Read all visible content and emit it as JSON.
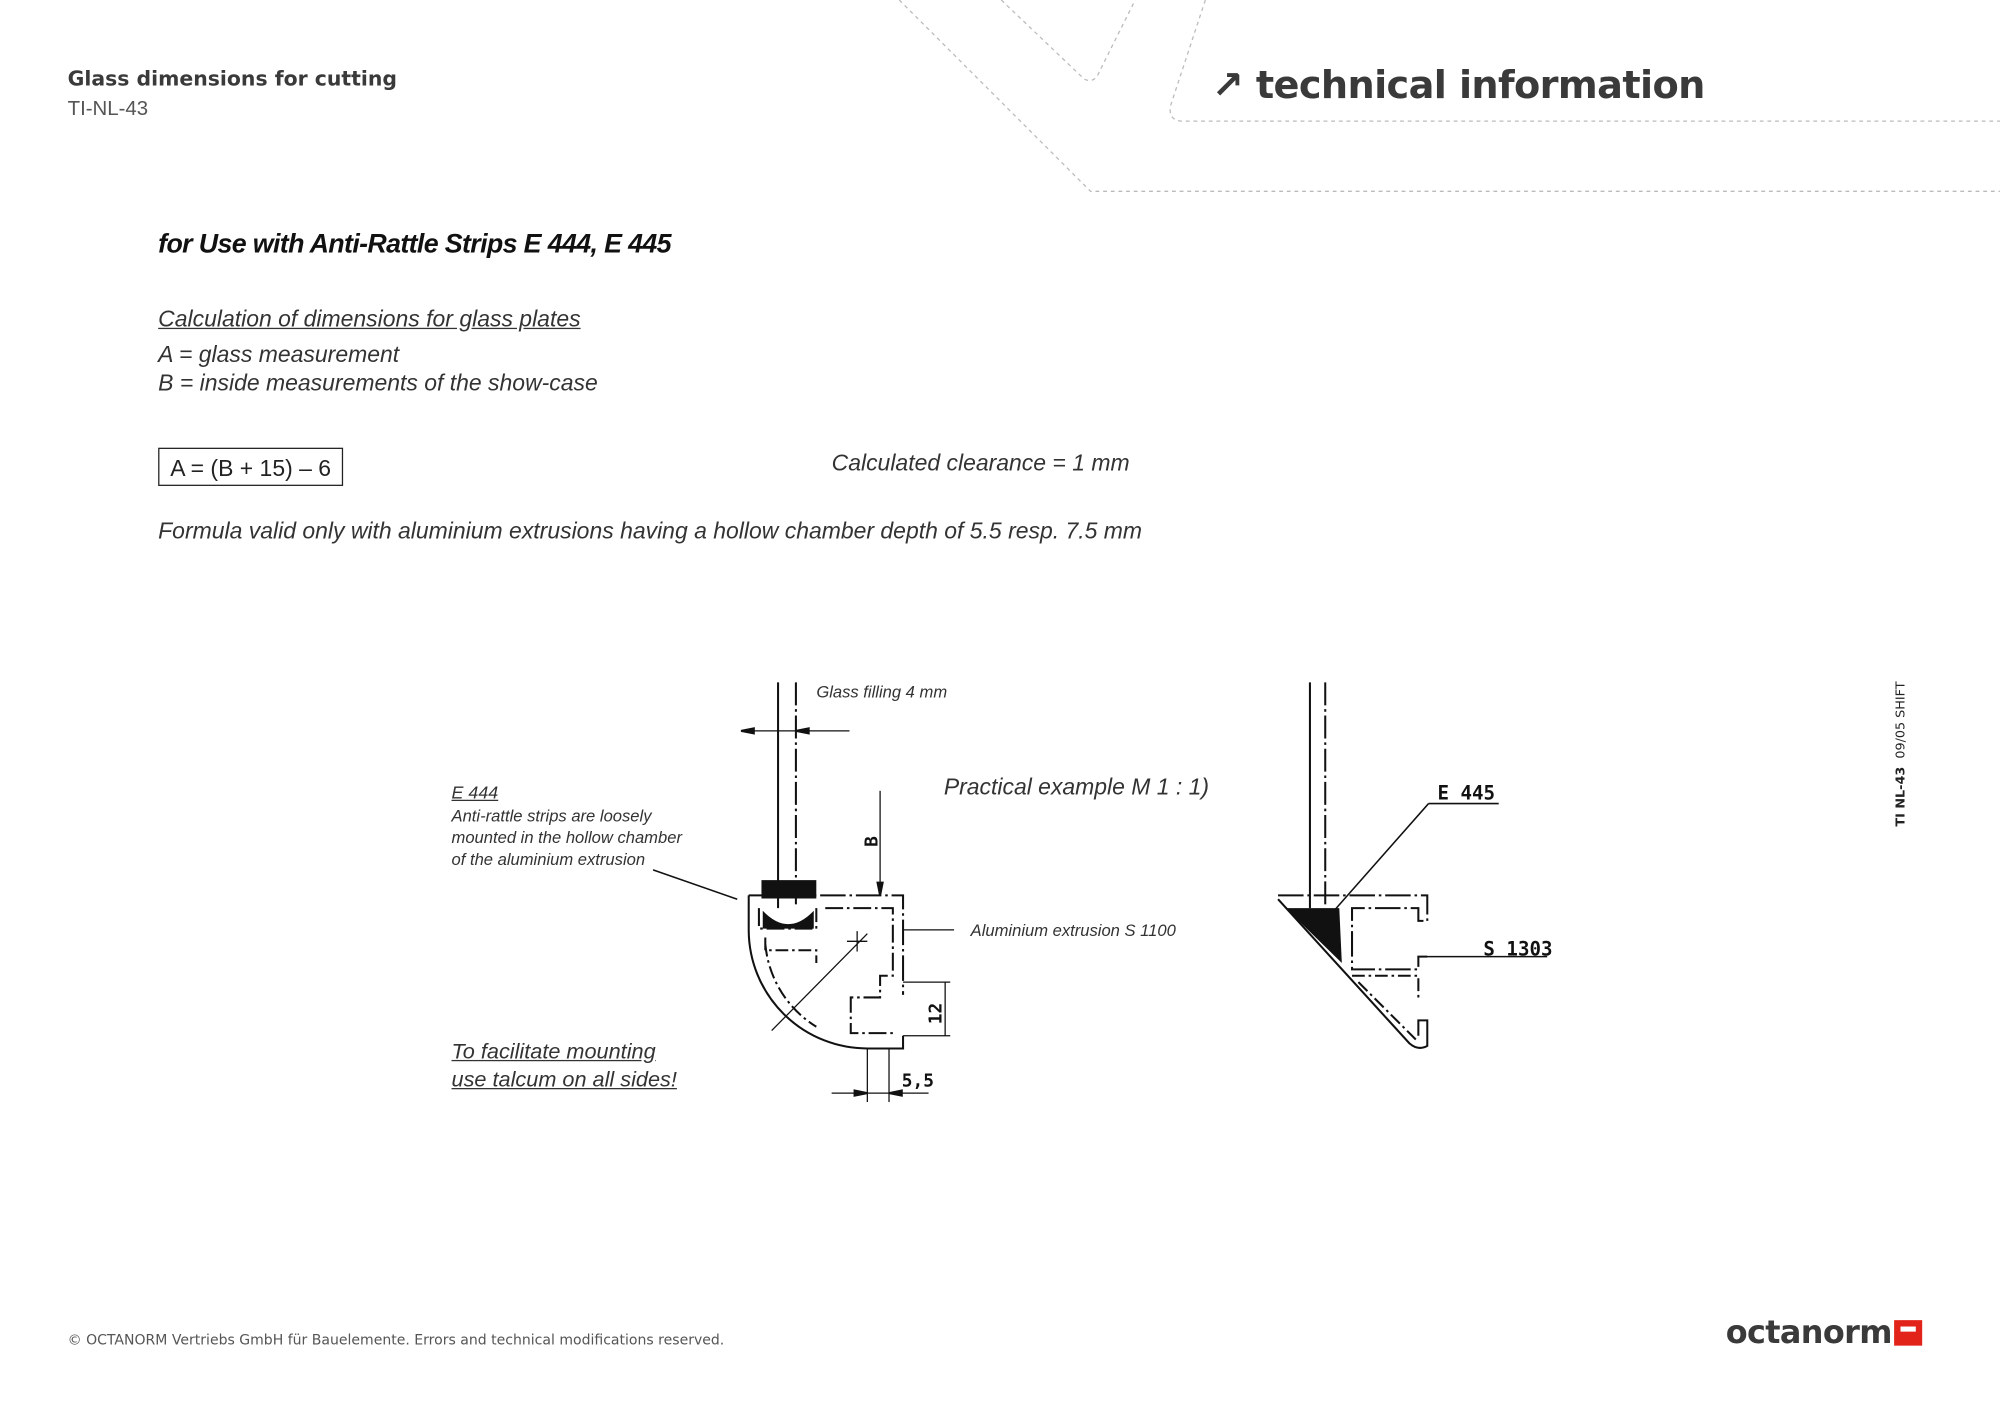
{
  "header": {
    "doc_title": "Glass dimensions for  cutting",
    "doc_code": "TI-NL-43",
    "section": "technical information",
    "section_icon": "arrow-up-right-icon"
  },
  "content": {
    "title": "for Use with Anti-Rattle Strips E 444, E 445",
    "calc_heading": "Calculation of dimensions for glass plates",
    "def_a": "A = glass measurement",
    "def_b": "B = inside measurements of the show-case",
    "formula": "A = (B + 15) – 6",
    "clearance": "Calculated clearance = 1 mm",
    "validity": "Formula valid only with aluminium extrusions having a hollow chamber depth of 5.5 resp. 7.5 mm"
  },
  "drawing": {
    "glass_filling": "Glass filling 4 mm",
    "e444_label": "E 444",
    "e444_desc": [
      "Anti-rattle strips are loosely",
      "mounted in the hollow chamber",
      "of the aluminium extrusion"
    ],
    "practical": "Practical example  M 1 : 1)",
    "extrusion": "Aluminium extrusion S 1100",
    "dim_b": "B",
    "dim_12": "12",
    "dim_55": "5,5",
    "tip": [
      "To facilitate mounting",
      "use talcum on all sides!"
    ],
    "e445_label": "E 445",
    "s1303_label": "S 1303"
  },
  "side_ref": {
    "code": "TI NL-43",
    "rev": "09/05 SHIFT"
  },
  "footer": {
    "copyright": "© OCTANORM Vertriebs GmbH für Bauelemente. Errors and technical modifications reserved.",
    "logo": "octanorm",
    "brand_color": "#e2231a"
  }
}
